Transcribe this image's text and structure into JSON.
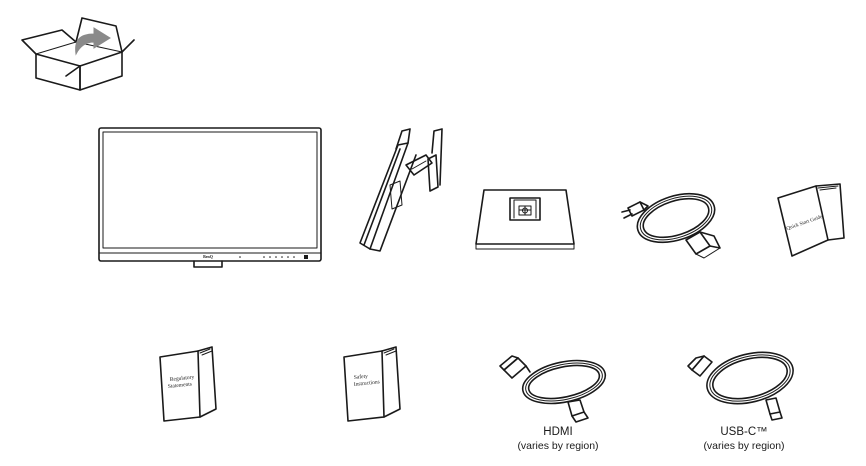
{
  "colors": {
    "line": "#1a1a1a",
    "arrow": "#8a8a8a",
    "background": "#ffffff"
  },
  "icons": [
    "unpack-box-icon",
    "monitor-icon",
    "stand-arm-icon",
    "stand-base-icon",
    "power-cord-icon",
    "booklet-icon",
    "hdmi-cable-icon",
    "usb-c-cable-icon"
  ],
  "monitor": {
    "brand": "BenQ"
  },
  "booklets": {
    "quick_start": "Quick Start Guide",
    "regulatory_line1": "Regulatory",
    "regulatory_line2": "Statements",
    "safety_line1": "Safety",
    "safety_line2": "Instructions"
  },
  "captions": {
    "hdmi_name": "HDMI",
    "hdmi_note": "(varies by region)",
    "usbc_name": "USB-C™",
    "usbc_note": "(varies by region)"
  }
}
